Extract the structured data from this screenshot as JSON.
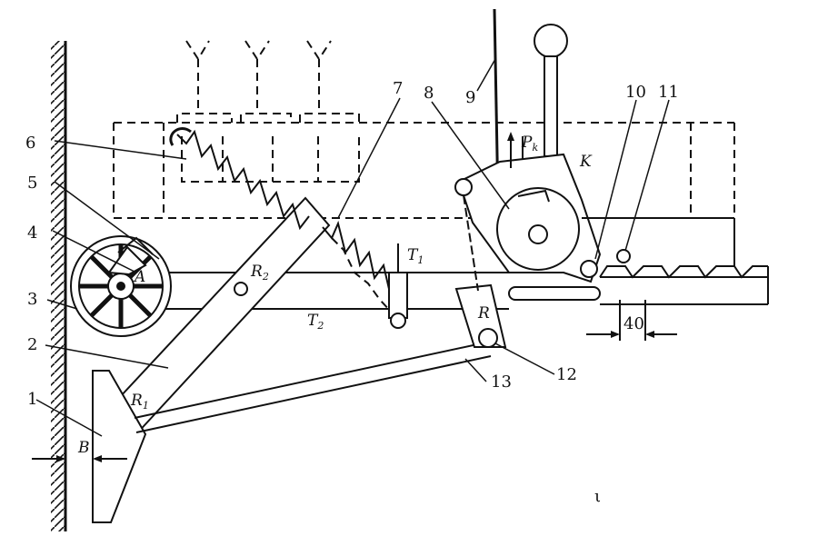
{
  "diagram": {
    "part_numbers": {
      "n1": "1",
      "n2": "2",
      "n3": "3",
      "n4": "4",
      "n5": "5",
      "n6": "6",
      "n7": "7",
      "n8": "8",
      "n9": "9",
      "n10": "10",
      "n11": "11",
      "n12": "12",
      "n13": "13"
    },
    "symbols": {
      "A": "A",
      "B": "B",
      "K": "K",
      "R": "R",
      "R1_main": "R",
      "R1_sub": "1",
      "R2_main": "R",
      "R2_sub": "2",
      "T1_main": "T",
      "T1_sub": "1",
      "T2_main": "T",
      "T2_sub": "2",
      "Pk_main": "P",
      "Pk_sub": "k"
    },
    "dimension_40": "40",
    "stray_mark": "ι"
  }
}
